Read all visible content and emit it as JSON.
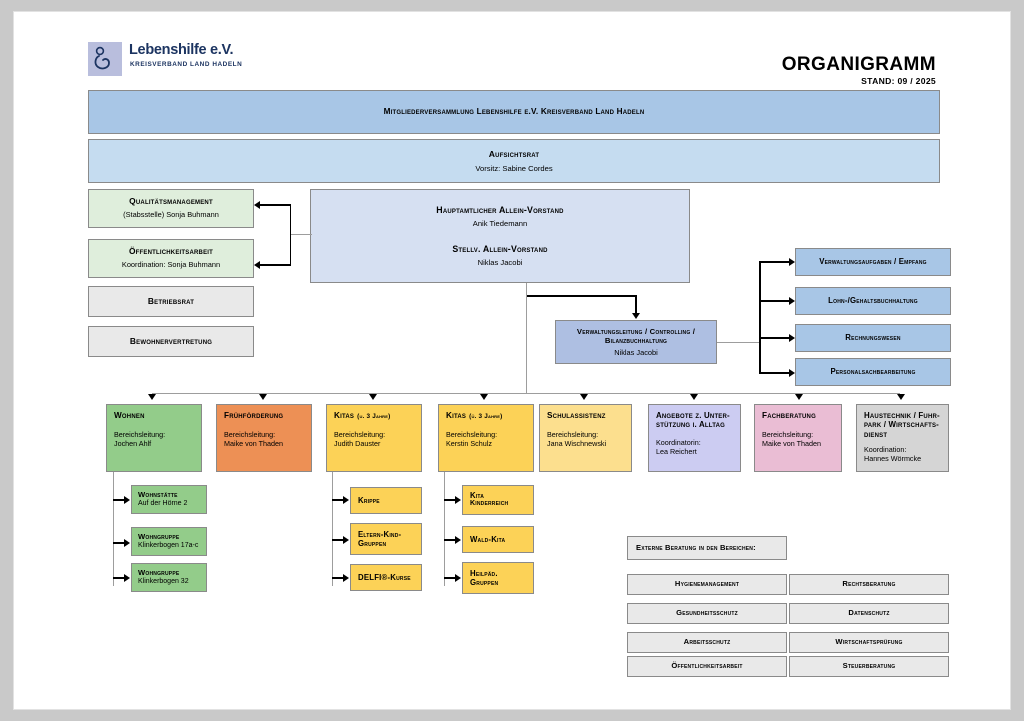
{
  "header": {
    "logo_name": "Lebenshilfe e.V.",
    "logo_sub": "KREISVERBAND  LAND HADELN",
    "logo_icon": "lebenshilfe-person-icon",
    "title": "ORGANIGRAMM",
    "subtitle": "STAND: 09 / 2025"
  },
  "top": {
    "assembly": {
      "title": "Mitgliederversammlung Lebenshilfe e.V. Kreisverband Land Hadeln",
      "color": "#a8c6e6"
    },
    "board": {
      "title": "Aufsichtsrat",
      "sub": "Vorsitz: Sabine Cordes",
      "color": "#c5dcf0"
    }
  },
  "staff_left": [
    {
      "title": "Qualitätsmanagement",
      "sub": "(Stabsstelle) Sonja Buhmann",
      "color": "#dfeedc"
    },
    {
      "title": "Öffentlichkeitsarbeit",
      "sub": "Koordination: Sonja Buhmann",
      "color": "#dfeedc"
    },
    {
      "title": "Betriebsrat",
      "sub": "",
      "color": "#e9e9e9"
    },
    {
      "title": "Bewohnervertretung",
      "sub": "",
      "color": "#e9e9e9"
    }
  ],
  "executive": {
    "role1": "Hauptamtlicher Allein-Vorstand",
    "name1": "Anik Tiedemann",
    "role2": "Stellv.  Allein-Vorstand",
    "name2": "Niklas Jacobi",
    "color": "#d6e0f2"
  },
  "administration": {
    "lead": {
      "title_line1": "Verwaltungsleitung / Controlling /",
      "title_line2": "Bilanzbuchhaltung",
      "sub": "Niklas Jacobi",
      "color": "#aebfe2"
    },
    "units": [
      {
        "title": "Verwaltungsaufgaben / Empfang",
        "color": "#a8c6e6"
      },
      {
        "title": "Lohn-/Gehaltsbuchhaltung",
        "color": "#a8c6e6"
      },
      {
        "title": "Rechnungswesen",
        "color": "#a8c6e6"
      },
      {
        "title": "Personalsachbearbeitung",
        "color": "#a8c6e6"
      }
    ]
  },
  "departments": [
    {
      "title": "Wohnen",
      "title_note": "",
      "sub1": "Bereichsleitung:",
      "sub2": "Jochen Ahlf",
      "color": "#93cc8a",
      "children": [
        {
          "title": "Wohnstätte",
          "sub": "Auf der Hörne 2",
          "color": "#93cc8a"
        },
        {
          "title": "Wohngruppe",
          "sub": "Klinkerbogen 17a-c",
          "color": "#93cc8a"
        },
        {
          "title": "Wohngruppe",
          "sub": "Klinkerbogen 32",
          "color": "#93cc8a"
        }
      ]
    },
    {
      "title": "Frühförderung",
      "title_note": "",
      "sub1": "Bereichsleitung:",
      "sub2": "Maike von Thaden",
      "color": "#ed9055",
      "children": []
    },
    {
      "title": "Kitas",
      "title_note": "(u. 3 Jahre)",
      "sub1": "Bereichsleitung:",
      "sub2": "Judith Dauster",
      "color": "#fcd257",
      "children": [
        {
          "title": "Krippe",
          "sub": "",
          "color": "#fcd257"
        },
        {
          "title": "Eltern-Kind-",
          "title2": "Gruppen",
          "sub": "",
          "color": "#fcd257"
        },
        {
          "title": "DELFI®-Kurse",
          "sub": "",
          "color": "#fcd257"
        }
      ]
    },
    {
      "title": "Kitas",
      "title_note": "(ü. 3 Jahre)",
      "sub1": "Bereichsleitung:",
      "sub2": "Kerstin Schulz",
      "color": "#fcd257",
      "children": [
        {
          "title": "Kita",
          "sub": "Kinderreich",
          "color": "#fcd257"
        },
        {
          "title": "Wald-Kita",
          "sub": "",
          "color": "#fcd257"
        },
        {
          "title": "Heilpäd.",
          "title2": "Gruppen",
          "sub": "",
          "color": "#fcd257"
        }
      ]
    },
    {
      "title": "Schulassistenz",
      "title_note": "",
      "sub1": "Bereichsleitung:",
      "sub2": "Jana Wischnewski",
      "color": "#fcdf8e",
      "children": []
    },
    {
      "title": "Angebote z. Unter-",
      "title_line2": "stützung i. Alltag",
      "title_note": "",
      "sub1": "Koordinatorin:",
      "sub2": "Lea Reichert",
      "color": "#ccccf2",
      "children": []
    },
    {
      "title": "Fachberatung",
      "title_note": "",
      "sub1": "Bereichsleitung:",
      "sub2": "Maike von Thaden",
      "color": "#eabdd4",
      "children": []
    },
    {
      "title": "Haustechnik / Fuhr-",
      "title_line2": "park / Wirtschafts-",
      "title_line3": "dienst",
      "title_note": "",
      "sub1": "Koordination:",
      "sub2": "Hannes Wörmcke",
      "color": "#d5d5d5",
      "children": []
    }
  ],
  "external": {
    "heading": "Externe Beratung in den Bereichen:",
    "left_column": [
      "Hygienemanagement",
      "Gesundheitsschutz",
      "Arbeitsschutz",
      "Öffentlichkeitsarbeit"
    ],
    "right_column": [
      "Rechtsberatung",
      "Datenschutz",
      "Wirtschaftsprüfung",
      "Steuerberatung"
    ],
    "color": "#e9e9e9"
  }
}
